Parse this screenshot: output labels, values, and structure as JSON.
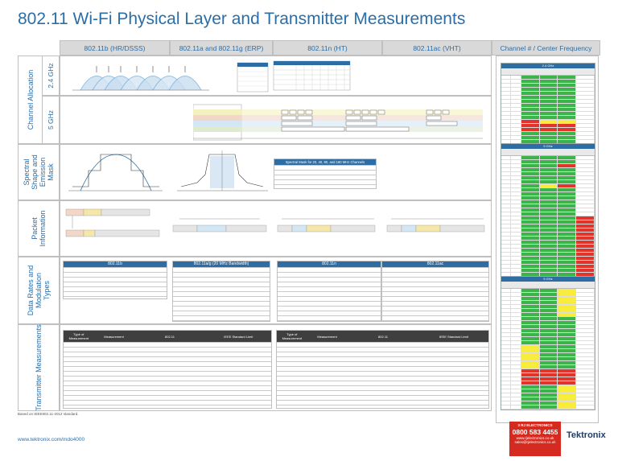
{
  "title": "802.11 Wi-Fi Physical Layer and Transmitter Measurements",
  "columns": {
    "col1": "802.11b (HR/DSSS)",
    "col2": "802.11a and 802.11g (ERP)",
    "col3": "802.11n (HT)",
    "col4": "802.11ac (VHT)",
    "col5": "Channel # / Center Frequency"
  },
  "rows": {
    "channel_allocation": "Channel Allocation",
    "band_24": "2.4 GHz",
    "band_5": "5 GHz",
    "spectral": "Spectral Shape and Emission Mask",
    "packet": "Packet Information",
    "data_rates": "Data Rates and Modulation Types",
    "transmitter": "Transmitter Measurements"
  },
  "tables": {
    "b_rates": "802.11b",
    "ag_rates": "802.11a/g (20 MHz Bandwidth)",
    "n_rates": "802.11n",
    "ac_rates": "802.11ac",
    "tx_1_type": "Type of Measurement",
    "tx_1_meas": "Measurement",
    "tx_1_std": "802.11",
    "tx_1_limit": "IEEE Standard Limit",
    "tx_2_type": "Type of Measurement",
    "tx_2_meas": "Measurement",
    "tx_2_std": "802.11",
    "tx_2_limit": "IEEE Standard Limit",
    "mask_title": "Spectral Mask for 20, 40, 80, and 160 MHz Channels"
  },
  "channel_tables": {
    "t1": "2.4 GHz",
    "t2": "5 GHz",
    "t3": "5 GHz"
  },
  "footer": {
    "note": "Based on IEEE802.11-2012 standard.",
    "url": "www.tektronix.com/mdo4000",
    "promo_line1": "3 RJ ELECTRONICS",
    "promo_phone": "0800 583 4455",
    "promo_web": "www.rjelectronics.co.uk",
    "promo_mail": "sales@rjelectronics.co.uk",
    "logo": "Tektronix"
  },
  "colors": {
    "accent": "#2a6ea8",
    "header_bg": "#d9d9d9",
    "table_head": "#2e6da4",
    "ok_green": "#3bb44a",
    "warn_yellow": "#f7ec3b",
    "bad_red": "#e3342c",
    "promo_red": "#d42a1f"
  }
}
